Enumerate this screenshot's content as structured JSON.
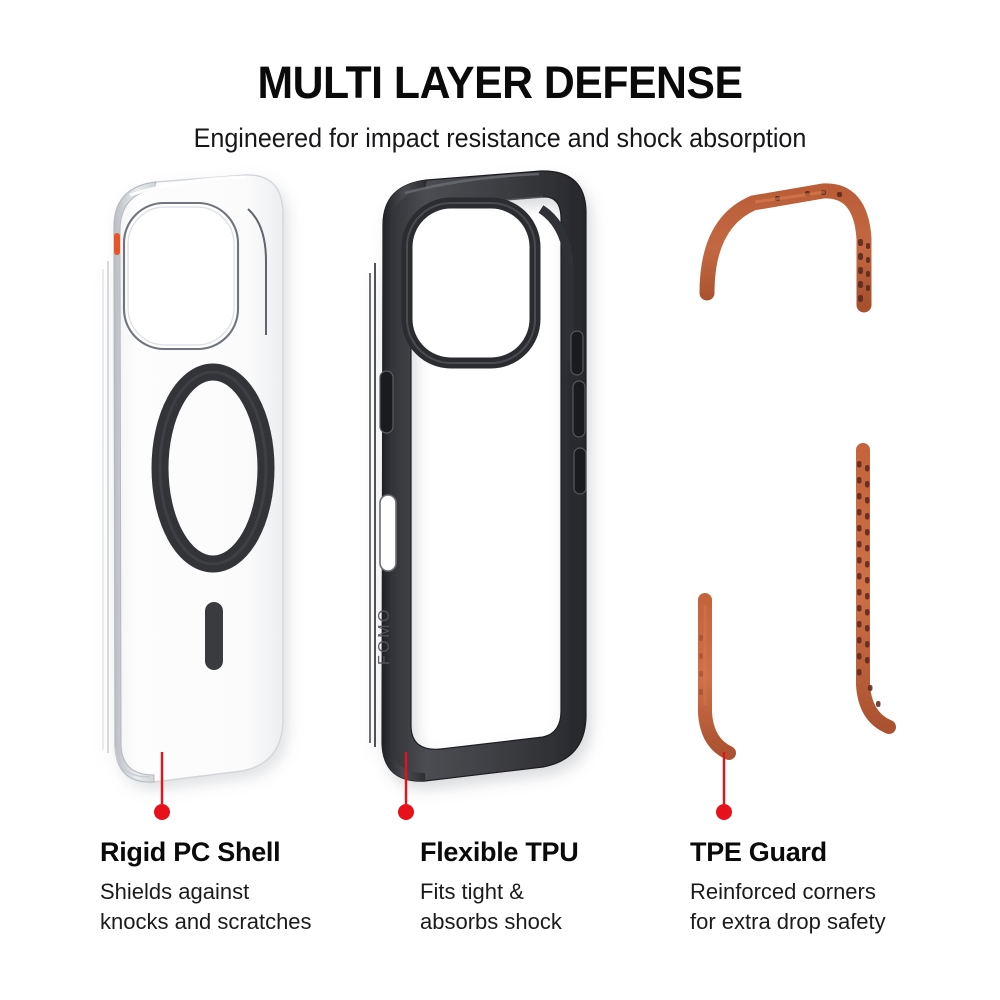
{
  "header": {
    "title": "MULTI LAYER DEFENSE",
    "subtitle": "Engineered for impact resistance and shock absorption"
  },
  "colors": {
    "background": "#ffffff",
    "title_text": "#0a0a0a",
    "body_text": "#1b1b1d",
    "pointer_red": "#e8101a",
    "pc_shell_body": "#fafafa",
    "pc_shell_edge": "#c9ccd1",
    "magsafe_ring": "#333438",
    "tpu_frame": "#3a3b3f",
    "tpu_frame_dark": "#232427",
    "tpe_guard": "#c4633c",
    "tpe_guard_shadow": "#9c4c2c",
    "tpe_guard_perforation": "#5e2a1b",
    "accent_orange": "#e8552a"
  },
  "layers": [
    {
      "id": "pc-shell",
      "product_name": "Rigid PC Shell",
      "callout_title": "Rigid PC Shell",
      "callout_desc": "Shields against\nknocks and scratches",
      "parts": {
        "camera_cutout": "camera-cutout",
        "magsafe_ring": "magsafe-ring",
        "alignment_marker": "alignment-marker",
        "accent_mark": "accent-mark"
      }
    },
    {
      "id": "tpu-frame",
      "product_name": "Flexible TPU",
      "callout_title": "Flexible TPU",
      "callout_desc": "Fits tight &\nabsorbs shock",
      "brand_emboss": "FOMO",
      "parts": {
        "camera_opening": "camera-opening",
        "mute_switch_cutout": "mute-switch-cutout",
        "volume_button_cutouts": "volume-button-cutouts",
        "power_button_cutout": "power-button-cutout"
      }
    },
    {
      "id": "tpe-guard",
      "product_name": "TPE Guard",
      "callout_title": "TPE Guard",
      "callout_desc": "Reinforced corners\nfor extra drop safety",
      "parts": {
        "top_corner_strip": "top-corner-strip",
        "left_bottom_strip": "left-bottom-strip",
        "right_side_strip": "right-side-strip",
        "perforation_texture": "perforation-texture"
      }
    }
  ]
}
